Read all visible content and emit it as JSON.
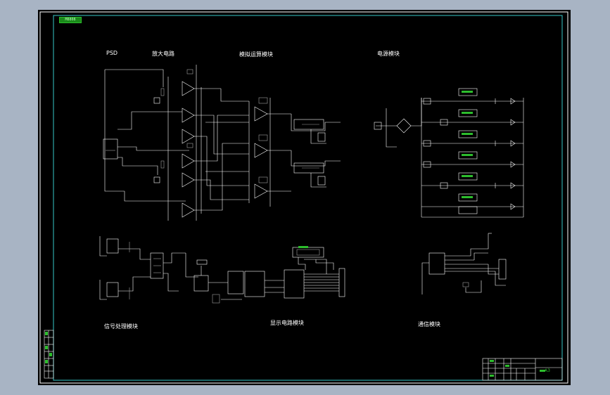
{
  "sheet": {
    "corner_tag": "M8808",
    "title_block_code": "A3"
  },
  "labels": {
    "psd": "PSD",
    "amplifier": "放大电路",
    "analog_op": "模拟运算模块",
    "power": "电源模块",
    "signal": "信号处理模块",
    "display": "显示电路模块",
    "comm": "通信模块"
  },
  "colors": {
    "background": "#000000",
    "frame": "#ffffff",
    "inner_frame": "#36c8c8",
    "accent_green": "#2dbd2d",
    "component_gray": "#a0a0a0"
  }
}
